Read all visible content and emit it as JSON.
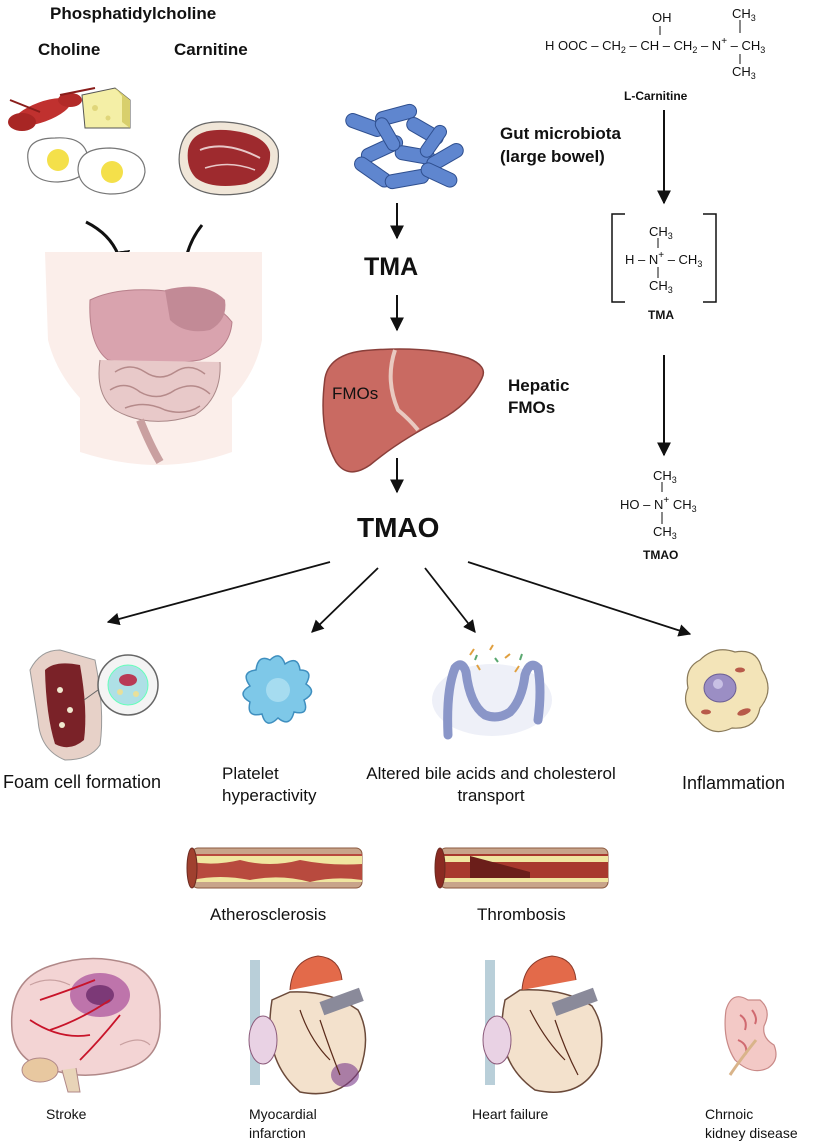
{
  "sources": {
    "title": "Phosphatidylcholine",
    "choline": "Choline",
    "carnitine": "Carnitine"
  },
  "microbiota": "Gut microbiota",
  "microbiota_sub": "(large bowel)",
  "tma": "TMA",
  "fmos": "FMOs",
  "hepatic": "Hepatic",
  "hepatic_fmos": "FMOs",
  "tmao": "TMAO",
  "chem": {
    "carnitine_formula_left": "H OOC – CH",
    "carnitine_oh": "OH",
    "carnitine_ch3": "CH",
    "carnitine_label": "L-Carnitine",
    "tma_label": "TMA",
    "tmao_label": "TMAO",
    "h": "H",
    "n": "N",
    "ho": "HO"
  },
  "effects": {
    "foam": "Foam cell formation",
    "platelet_1": "Platelet",
    "platelet_2": "hyperactivity",
    "bile_1": "Altered bile acids and cholesterol",
    "bile_2": "transport",
    "inflammation": "Inflammation"
  },
  "vessels": {
    "athero": "Atherosclerosis",
    "thrombo": "Thrombosis"
  },
  "diseases": {
    "stroke": "Stroke",
    "mi_1": "Myocardial",
    "mi_2": "infarction",
    "hf": "Heart failure",
    "ckd_1": "Chrnoic",
    "ckd_2": "kidney disease"
  }
}
